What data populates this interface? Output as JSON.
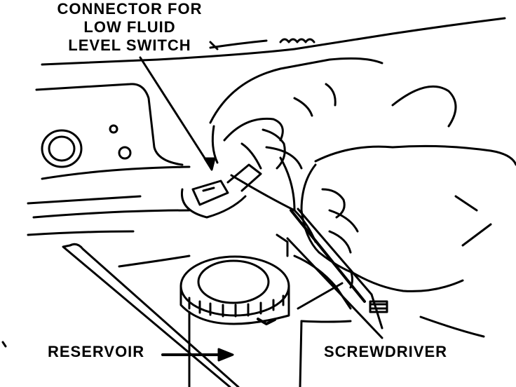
{
  "labels": {
    "connector": "CONNECTOR FOR\nLOW FLUID\nLEVEL SWITCH",
    "reservoir": "RESERVOIR",
    "screwdriver": "SCREWDRIVER"
  },
  "colors": {
    "ink": "#000000",
    "paper": "#ffffff"
  }
}
